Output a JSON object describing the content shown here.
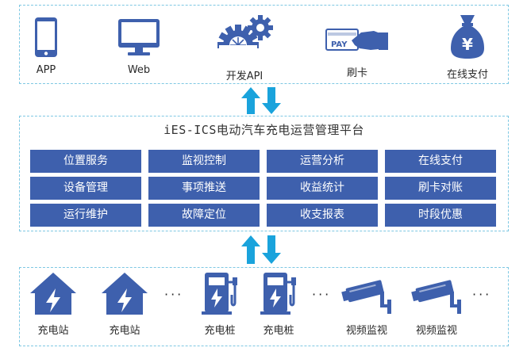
{
  "colors": {
    "icon_blue": "#3e60ad",
    "arrow_cyan": "#1aa3dc",
    "border": "#7ec8e3",
    "cell_blue": "#3e60ad"
  },
  "top": {
    "items": [
      {
        "label": "APP",
        "icon": "phone-icon"
      },
      {
        "label": "Web",
        "icon": "monitor-icon"
      },
      {
        "label": "开发API",
        "icon": "gears-icon"
      },
      {
        "label": "刷卡",
        "icon": "card-icon"
      },
      {
        "label": "在线支付",
        "icon": "money-bag-icon"
      }
    ],
    "card_text": "PAY",
    "bag_text": "¥"
  },
  "platform": {
    "title": "iES-ICS电动汽车充电运营管理平台",
    "cells": [
      [
        "位置服务",
        "监视控制",
        "运营分析",
        "在线支付"
      ],
      [
        "设备管理",
        "事项推送",
        "收益统计",
        "刷卡对账"
      ],
      [
        "运行维护",
        "故障定位",
        "收支报表",
        "时段优惠"
      ]
    ]
  },
  "bottom": {
    "items": [
      {
        "label": "充电站",
        "icon": "station-icon"
      },
      {
        "label": "充电站",
        "icon": "station-icon"
      },
      {
        "label": "充电桩",
        "icon": "charger-icon"
      },
      {
        "label": "充电桩",
        "icon": "charger-icon"
      },
      {
        "label": "视频监视",
        "icon": "camera-icon"
      },
      {
        "label": "视频监视",
        "icon": "camera-icon"
      }
    ],
    "ellipsis": "···"
  }
}
